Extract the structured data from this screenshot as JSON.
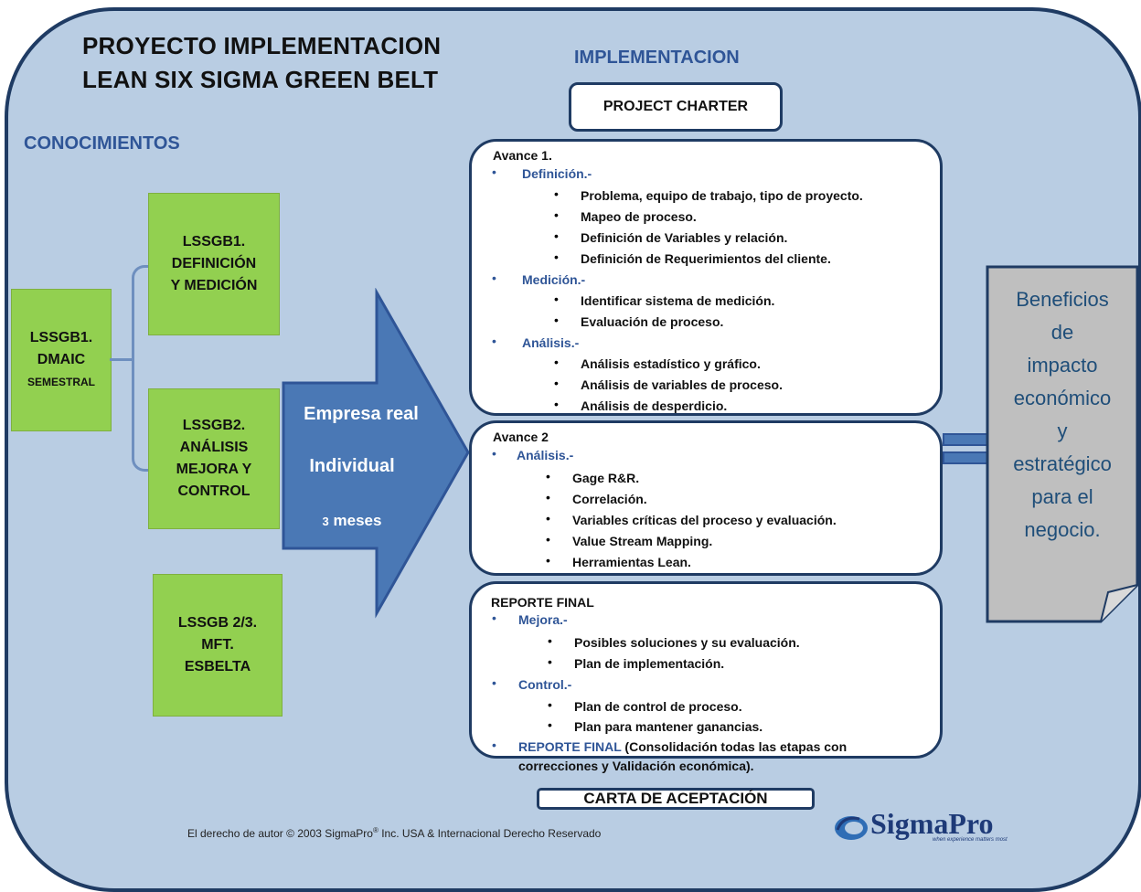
{
  "title_line1": "PROYECTO IMPLEMENTACION",
  "title_line2": "LEAN SIX SIGMA GREEN BELT",
  "label_conocimientos": "CONOCIMIENTOS",
  "label_implementacion": "IMPLEMENTACION",
  "dmaic": {
    "line1": "LSSGB1.",
    "line2": "DMAIC",
    "line3": "SEMESTRAL"
  },
  "gb1": {
    "line1": "LSSGB1.",
    "line2": "DEFINICIÓN",
    "line3": "Y MEDICIÓN"
  },
  "gb2": {
    "line1": "LSSGB2.",
    "line2": "ANÁLISIS",
    "line3": "MEJORA Y",
    "line4": "CONTROL"
  },
  "gb3": {
    "line1": "LSSGB 2/3.",
    "line2": "MFT.",
    "line3": "ESBELTA"
  },
  "arrow": {
    "line1": "Empresa real",
    "line2": "Individual",
    "line3_num": "3",
    "line3_text": "meses"
  },
  "project_charter": "PROJECT CHARTER",
  "avance1": {
    "title": "Avance 1.",
    "cats": [
      {
        "name": "Definición.-",
        "items": [
          "Problema, equipo de trabajo, tipo de proyecto.",
          "Mapeo de proceso.",
          "Definición de Variables y relación.",
          "Definición de Requerimientos del cliente."
        ]
      },
      {
        "name": "Medición.-",
        "items": [
          "Identificar sistema de medición.",
          "Evaluación de proceso."
        ]
      },
      {
        "name": "Análisis.-",
        "items": [
          "Análisis estadístico y gráfico.",
          "Análisis de variables de proceso.",
          "Análisis de desperdicio."
        ]
      }
    ]
  },
  "avance2": {
    "title": "Avance 2",
    "cats": [
      {
        "name": "Análisis.-",
        "items": [
          "Gage R&R.",
          "Correlación.",
          "Variables críticas del proceso y evaluación.",
          "Value Stream Mapping.",
          "Herramientas Lean."
        ]
      }
    ]
  },
  "reporte": {
    "title": "REPORTE FINAL",
    "cats": [
      {
        "name": "Mejora.-",
        "items": [
          "Posibles soluciones y su evaluación.",
          "Plan de implementación."
        ]
      },
      {
        "name": "Control.-",
        "items": [
          "Plan de control de proceso.",
          "Plan para mantener ganancias."
        ]
      }
    ],
    "final_name": "REPORTE FINAL",
    "final_line1": " (Consolidación todas las etapas  con",
    "final_line2": "correcciones  y Validación económica)."
  },
  "carta": "CARTA DE ACEPTACIÓN",
  "beneficios": [
    "Beneficios",
    "de",
    "impacto",
    "económico",
    "y",
    "estratégico",
    "para el",
    "negocio."
  ],
  "footer": {
    "text": "El derecho de autor © 2003 SigmaPro",
    "reg": "®",
    "text2": " Inc.   USA & Internacional Derecho Reservado"
  },
  "logo": {
    "name": "SigmaPro",
    "tagline": "when experience matters most"
  },
  "colors": {
    "panel": "#b9cde3",
    "green": "#92d050",
    "arrow": "#4a78b5",
    "heading_blue": "#2f5597",
    "benefit_box": "#bfbfbf"
  }
}
